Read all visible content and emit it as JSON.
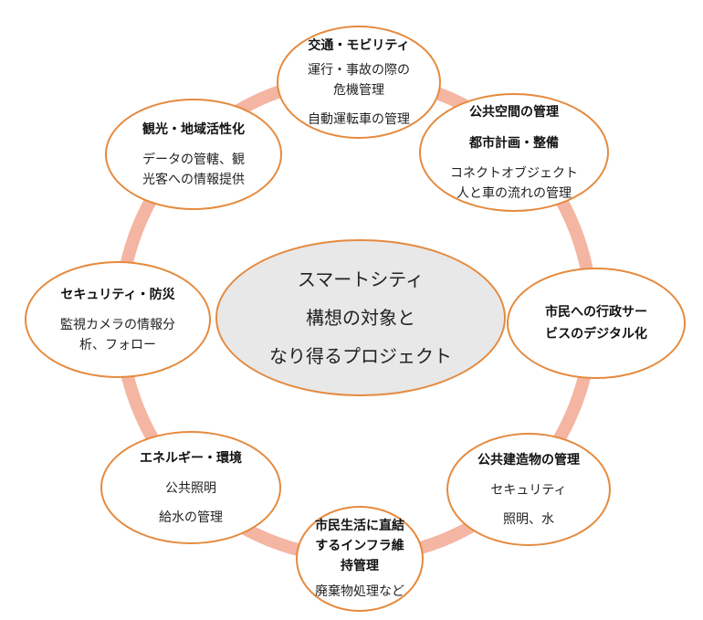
{
  "center": {
    "lines": [
      "スマートシティ",
      "構想の対象と",
      "なり得るプロジェクト"
    ]
  },
  "nodes": {
    "transport": {
      "title": "交通・モビリティ",
      "lines": [
        "運行・事故の際の",
        "危機管理"
      ],
      "lines2": [
        "自動運転車の管理"
      ]
    },
    "public_space": {
      "title": "公共空間の管理",
      "title2": "都市計画・整備",
      "lines": [
        "コネクトオブジェクト",
        "人と車の流れの管理"
      ]
    },
    "digital": {
      "title": "市民への行政サー",
      "title2": "ビスのデジタル化"
    },
    "building": {
      "title": "公共建造物の管理",
      "lines": [
        "セキュリティ"
      ],
      "lines2": [
        "照明、水"
      ]
    },
    "infra": {
      "title": "市民生活に直結",
      "title2": "するインフラ維",
      "title3": "持管理",
      "lines": [
        "廃棄物処理など"
      ]
    },
    "energy": {
      "title": "エネルギー・環境",
      "lines": [
        "公共照明"
      ],
      "lines2": [
        "給水の管理"
      ]
    },
    "security": {
      "title": "セキュリティ・防災",
      "lines": [
        "監視カメラの情報分",
        "析、フォロー"
      ]
    },
    "tourism": {
      "title": "観光・地域活性化",
      "lines": [
        "データの管轄、観",
        "光客への情報提供"
      ]
    }
  },
  "colors": {
    "ring": "#f4b5a2",
    "border": "#e58a3e",
    "center_fill": "#e8e8e8"
  }
}
